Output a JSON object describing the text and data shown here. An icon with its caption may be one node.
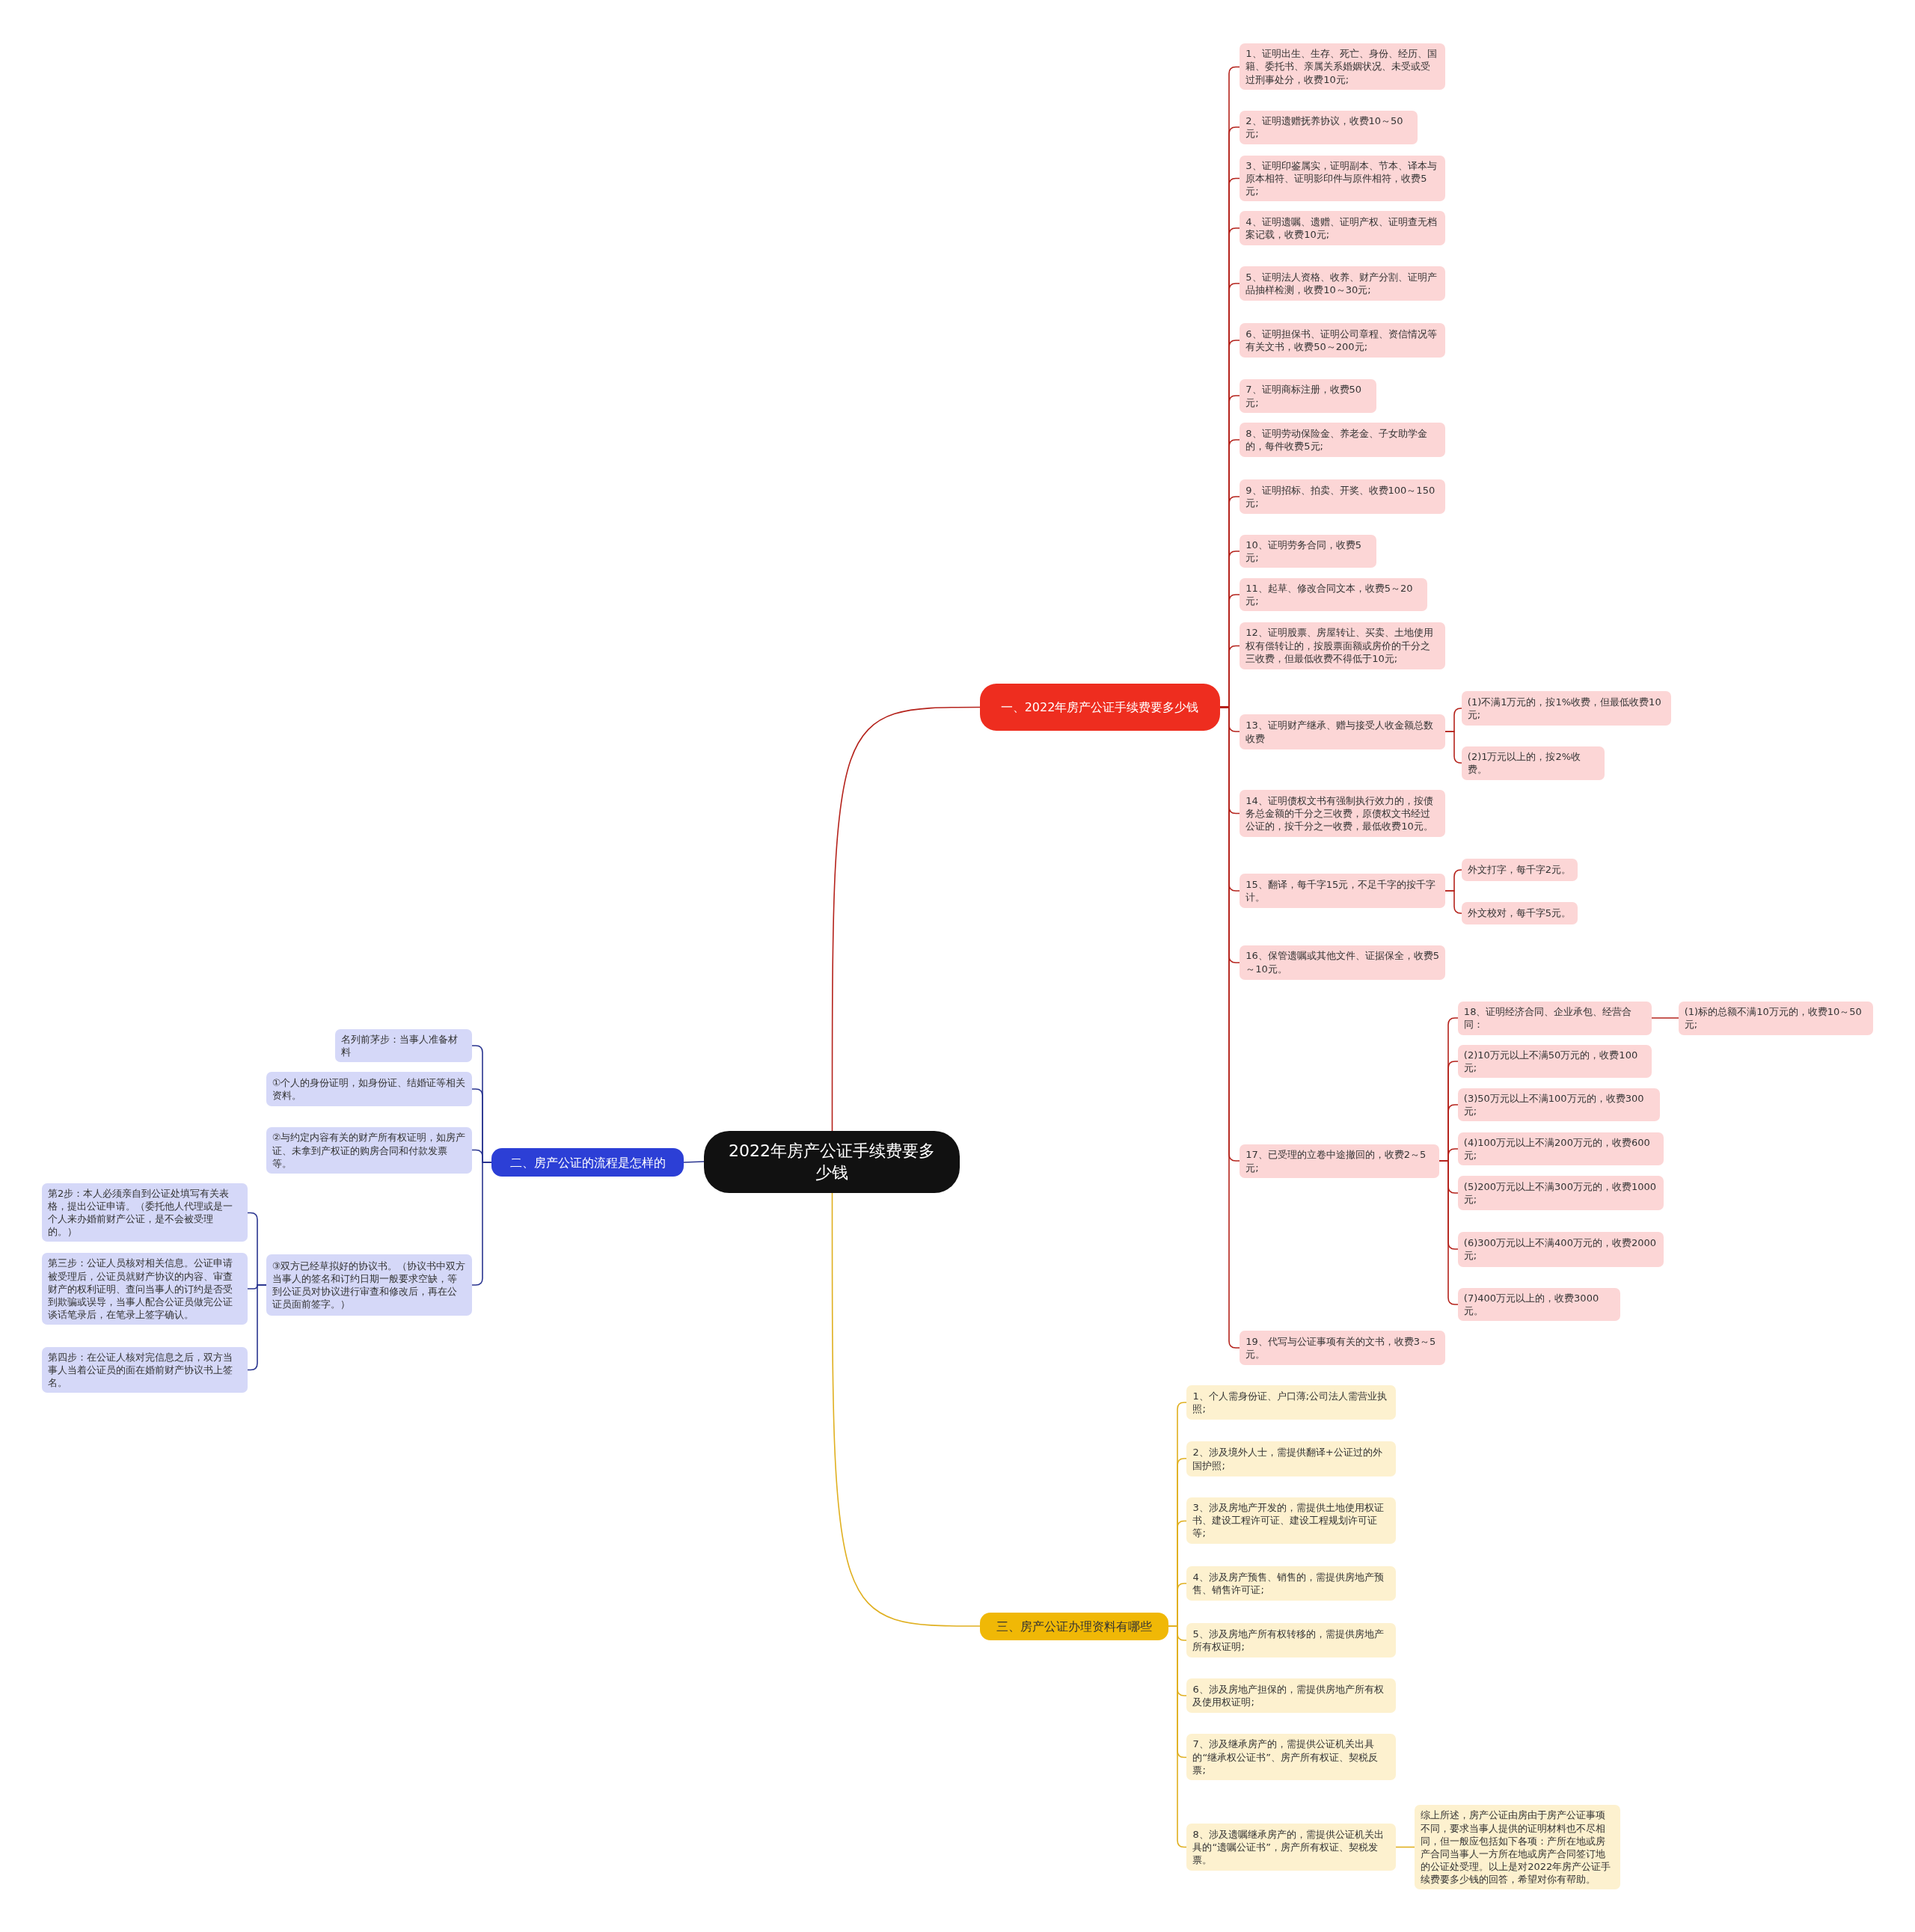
{
  "diagram": {
    "nodes": [
      {
        "text": [
          "2022年房产公证手续费要多少钱"
        ]
      },
      {
        "text": [
          "一、2022年房产公证手续费要多少钱"
        ]
      },
      {
        "text": [
          "1、证明出生、生存、死亡、身份、经历、国籍、委托书、亲属关系婚姻状况、未受或受过刑事处分，收费10元;"
        ]
      },
      {
        "text": [
          "2、证明遗赠抚养协议，收费10～50元;"
        ]
      },
      {
        "text": [
          "3、证明印鉴属实，证明副本、节本、译本与原本相符、证明影印件与原件相符，收费5元;"
        ]
      },
      {
        "text": [
          "4、证明遗嘱、遗赠、证明产权、证明查无档案记载，收费10元;"
        ]
      },
      {
        "text": [
          "5、证明法人资格、收养、财产分割、证明产品抽样检测，收费10～30元;"
        ]
      },
      {
        "text": [
          "6、证明担保书、证明公司章程、资信情况等有关文书，收费50～200元;"
        ]
      },
      {
        "text": [
          "7、证明商标注册，收费50元;"
        ]
      },
      {
        "text": [
          "8、证明劳动保险金、养老金、子女助学金的，每件收费5元;"
        ]
      },
      {
        "text": [
          "9、证明招标、拍卖、开奖、收费100～150元;"
        ]
      },
      {
        "text": [
          "10、证明劳务合同，收费5元;"
        ]
      },
      {
        "text": [
          "11、起草、修改合同文本，收费5～20元;"
        ]
      },
      {
        "text": [
          "12、证明股票、房屋转让、买卖、土地使用权有偿转让的，按股票面额或房价的千分之三收费，但最低收费不得低于10元;"
        ]
      },
      {
        "text": [
          "13、证明财产继承、赠与接受人收金额总数收费"
        ]
      },
      {
        "text": [
          "(1)不满1万元的，按1%收费，但最低收费10元;"
        ]
      },
      {
        "text": [
          "(2)1万元以上的，按2%收费。"
        ]
      },
      {
        "text": [
          "14、证明债权文书有强制执行效力的，按债务总金额的千分之三收费，原债权文书经过公证的，按千分之一收费，最低收费10元。"
        ]
      },
      {
        "text": [
          "15、翻译，每千字15元，不足千字的按千字计。"
        ]
      },
      {
        "text": [
          "外文打字，每千字2元。"
        ]
      },
      {
        "text": [
          "外文校对，每千字5元。"
        ]
      },
      {
        "text": [
          "16、保管遗嘱或其他文件、证据保全，收费5～10元。"
        ]
      },
      {
        "text": [
          "17、已受理的立卷中途撤回的，收费2～5元;"
        ]
      },
      {
        "text": [
          "18、证明经济合同、企业承包、经营合同："
        ]
      },
      {
        "text": [
          "(1)标的总额不满10万元的，收费10～50元;"
        ]
      },
      {
        "text": [
          "(2)10万元以上不满50万元的，收费100元;"
        ]
      },
      {
        "text": [
          "(3)50万元以上不满100万元的，收费300元;"
        ]
      },
      {
        "text": [
          "(4)100万元以上不满200万元的，收费600元;"
        ]
      },
      {
        "text": [
          "(5)200万元以上不满300万元的，收费1000元;"
        ]
      },
      {
        "text": [
          "(6)300万元以上不满400万元的，收费2000元;"
        ]
      },
      {
        "text": [
          "(7)400万元以上的，收费3000元。"
        ]
      },
      {
        "text": [
          "19、代写与公证事项有关的文书，收费3～5元。"
        ]
      },
      {
        "text": [
          "二、房产公证的流程是怎样的"
        ]
      },
      {
        "text": [
          "名列前茅步：当事人准备材料"
        ]
      },
      {
        "text": [
          "①个人的身份证明，如身份证、结婚证等相关资料。"
        ]
      },
      {
        "text": [
          "②与约定内容有关的财产所有权证明，如房产证、未拿到产权证的购房合同和付款发票等。"
        ]
      },
      {
        "text": [
          "③双方已经草拟好的协议书。（协议书中双方当事人的签名和订约日期一般要求空缺，等到公证员对协议进行审查和修改后，再在公证员面前签字。）"
        ]
      },
      {
        "text": [
          "第2步：本人必须亲自到公证处填写有关表格，提出公证申请。（委托他人代理或是一个人来办婚前财产公证，是不会被受理的。）"
        ]
      },
      {
        "text": [
          "第三步：公证人员核对相关信息。公证申请被受理后，公证员就财产协议的内容、审查财产的权利证明、查问当事人的订约是否受到欺骗或误导，当事人配合公证员做完公证谈话笔录后，在笔录上签字确认。"
        ]
      },
      {
        "text": [
          "第四步：在公证人核对完信息之后，双方当事人当着公证员的面在婚前财产协议书上签名。"
        ]
      },
      {
        "text": [
          "三、房产公证办理资料有哪些"
        ]
      },
      {
        "text": [
          "1、个人需身份证、户口薄;公司法人需营业执照;"
        ]
      },
      {
        "text": [
          "2、涉及境外人士，需提供翻译+公证过的外国护照;"
        ]
      },
      {
        "text": [
          "3、涉及房地产开发的，需提供土地使用权证书、建设工程许可证、建设工程规划许可证等;"
        ]
      },
      {
        "text": [
          "4、涉及房产预售、销售的，需提供房地产预售、销售许可证;"
        ]
      },
      {
        "text": [
          "5、涉及房地产所有权转移的，需提供房地产所有权证明;"
        ]
      },
      {
        "text": [
          "6、涉及房地产担保的，需提供房地产所有权及使用权证明;"
        ]
      },
      {
        "text": [
          "7、涉及继承房产的，需提供公证机关出具的“继承权公证书”、房产所有权证、契税反票;"
        ]
      },
      {
        "text": [
          "8、涉及遗嘱继承房产的，需提供公证机关出具的“遗嘱公证书”，房产所有权证、契税发票。"
        ]
      },
      {
        "text": [
          "综上所述，房产公证由房由于房产公证事项不同，要求当事人提供的证明材料也不尽相同，但一般应包括如下各项：产所在地或房产合同当事人一方所在地或房产合同签订地的公证处受理。以上是对2022年房产公证手续费要多少钱的回答，希望对你有帮助。"
        ]
      }
    ],
    "edges": [
      {
        "from": 0,
        "to": 1,
        "arrow": "none"
      },
      {
        "from": 1,
        "to": 2,
        "arrow": "none"
      },
      {
        "from": 1,
        "to": 3,
        "arrow": "none"
      },
      {
        "from": 1,
        "to": 4,
        "arrow": "none"
      },
      {
        "from": 1,
        "to": 5,
        "arrow": "none"
      },
      {
        "from": 1,
        "to": 6,
        "arrow": "none"
      },
      {
        "from": 1,
        "to": 7,
        "arrow": "none"
      },
      {
        "from": 1,
        "to": 8,
        "arrow": "none"
      },
      {
        "from": 1,
        "to": 9,
        "arrow": "none"
      },
      {
        "from": 1,
        "to": 10,
        "arrow": "none"
      },
      {
        "from": 1,
        "to": 11,
        "arrow": "none"
      },
      {
        "from": 1,
        "to": 12,
        "arrow": "none"
      },
      {
        "from": 1,
        "to": 13,
        "arrow": "none"
      },
      {
        "from": 1,
        "to": 14,
        "arrow": "none"
      },
      {
        "from": 14,
        "to": 15,
        "arrow": "none"
      },
      {
        "from": 14,
        "to": 16,
        "arrow": "none"
      },
      {
        "from": 1,
        "to": 17,
        "arrow": "none"
      },
      {
        "from": 1,
        "to": 18,
        "arrow": "none"
      },
      {
        "from": 18,
        "to": 19,
        "arrow": "none"
      },
      {
        "from": 18,
        "to": 20,
        "arrow": "none"
      },
      {
        "from": 1,
        "to": 21,
        "arrow": "none"
      },
      {
        "from": 1,
        "to": 22,
        "arrow": "none"
      },
      {
        "from": 22,
        "to": 23,
        "arrow": "none"
      },
      {
        "from": 23,
        "to": 24,
        "arrow": "none"
      },
      {
        "from": 22,
        "to": 25,
        "arrow": "none"
      },
      {
        "from": 22,
        "to": 26,
        "arrow": "none"
      },
      {
        "from": 22,
        "to": 27,
        "arrow": "none"
      },
      {
        "from": 22,
        "to": 28,
        "arrow": "none"
      },
      {
        "from": 22,
        "to": 29,
        "arrow": "none"
      },
      {
        "from": 22,
        "to": 30,
        "arrow": "none"
      },
      {
        "from": 1,
        "to": 31,
        "arrow": "none"
      },
      {
        "from": 0,
        "to": 32,
        "arrow": "none",
        "color": "#2a3590"
      },
      {
        "from": 32,
        "to": 33,
        "arrow": "none",
        "color": "#2a3590"
      },
      {
        "from": 32,
        "to": 34,
        "arrow": "none",
        "color": "#2a3590"
      },
      {
        "from": 32,
        "to": 35,
        "arrow": "none",
        "color": "#2a3590"
      },
      {
        "from": 32,
        "to": 36,
        "arrow": "none",
        "color": "#2a3590"
      },
      {
        "from": 36,
        "to": 37,
        "arrow": "none",
        "color": "#2a3590"
      },
      {
        "from": 36,
        "to": 38,
        "arrow": "none",
        "color": "#2a3590"
      },
      {
        "from": 36,
        "to": 39,
        "arrow": "none",
        "color": "#2a3590"
      },
      {
        "from": 0,
        "to": 40,
        "arrow": "none",
        "color": "#e0b020"
      },
      {
        "from": 40,
        "to": 41,
        "arrow": "none",
        "color": "#e0b020"
      },
      {
        "from": 40,
        "to": 42,
        "arrow": "none",
        "color": "#e0b020"
      },
      {
        "from": 40,
        "to": 43,
        "arrow": "none",
        "color": "#e0b020"
      },
      {
        "from": 40,
        "to": 44,
        "arrow": "none",
        "color": "#e0b020"
      },
      {
        "from": 40,
        "to": 45,
        "arrow": "none",
        "color": "#e0b020"
      },
      {
        "from": 40,
        "to": 46,
        "arrow": "none",
        "color": "#e0b020"
      },
      {
        "from": 40,
        "to": 47,
        "arrow": "none",
        "color": "#e0b020"
      },
      {
        "from": 40,
        "to": 48,
        "arrow": "none",
        "color": "#e0b020"
      },
      {
        "from": 48,
        "to": 49,
        "arrow": "none",
        "color": "#e0b020"
      }
    ]
  }
}
